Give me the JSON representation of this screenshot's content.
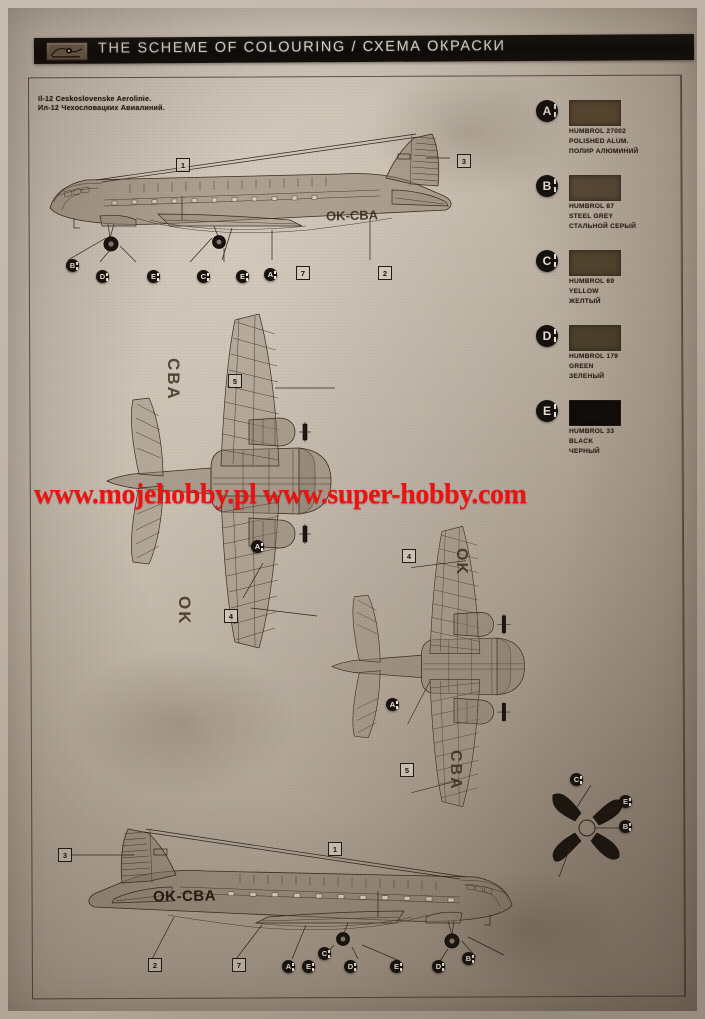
{
  "header": {
    "title": "THE SCHEME OF COLOURING / СХЕМА ОКРАСКИ",
    "logo_icon": "brand-logo-icon"
  },
  "caption": {
    "line_latin": "Il-12 Ceskoslovenske Aerolinie.",
    "line_cyrillic": "Ил-12 Чехословацких Авиалиний."
  },
  "legend": {
    "items": [
      {
        "key": "A",
        "swatch": "#5b4a34",
        "paint": "HUMBROL 27002",
        "name_en": "POLISHED ALUM.",
        "name_ru": "ПОЛИР АЛЮМИНИЙ"
      },
      {
        "key": "B",
        "swatch": "#5a4a38",
        "paint": "HUMBROL 87",
        "name_en": "STEEL GREY",
        "name_ru": "СТАЛЬНОЙ СЕРЫЙ"
      },
      {
        "key": "C",
        "swatch": "#53452f",
        "paint": "HUMBROL 69",
        "name_en": "YELLOW",
        "name_ru": "ЖЕЛТЫЙ"
      },
      {
        "key": "D",
        "swatch": "#4c412c",
        "paint": "HUMBROL 179",
        "name_en": "GREEN",
        "name_ru": "ЗЕЛЕНЫЙ"
      },
      {
        "key": "E",
        "swatch": "#100c09",
        "paint": "HUMBROL 33",
        "name_en": "BLACK",
        "name_ru": "ЧЕРНЫЙ"
      }
    ]
  },
  "views": {
    "side_right": {
      "name": "Il-12 right side profile view",
      "registration": "OK-CBA",
      "markers": [
        {
          "type": "square",
          "label": "1"
        },
        {
          "type": "square",
          "label": "3"
        },
        {
          "type": "square",
          "label": "2"
        },
        {
          "type": "square",
          "label": "7"
        },
        {
          "type": "circle",
          "label": "B"
        },
        {
          "type": "circle",
          "label": "D"
        },
        {
          "type": "circle",
          "label": "E"
        },
        {
          "type": "circle",
          "label": "C"
        },
        {
          "type": "circle",
          "label": "E"
        },
        {
          "type": "circle",
          "label": "A"
        }
      ]
    },
    "top": {
      "name": "Il-12 top plan view",
      "wing_text_upper": "CBA",
      "wing_text_lower": "OK",
      "markers": [
        {
          "type": "square",
          "label": "5"
        },
        {
          "type": "square",
          "label": "4"
        },
        {
          "type": "circle",
          "label": "A"
        }
      ]
    },
    "bottom": {
      "name": "Il-12 bottom plan view",
      "wing_text_upper": "OK",
      "wing_text_lower": "CBA",
      "markers": [
        {
          "type": "square",
          "label": "4"
        },
        {
          "type": "square",
          "label": "5"
        },
        {
          "type": "circle",
          "label": "A"
        }
      ]
    },
    "side_left": {
      "name": "Il-12 left side profile view",
      "registration": "OK-CBA",
      "markers": [
        {
          "type": "square",
          "label": "3"
        },
        {
          "type": "square",
          "label": "1"
        },
        {
          "type": "square",
          "label": "2"
        },
        {
          "type": "square",
          "label": "7"
        },
        {
          "type": "circle",
          "label": "A"
        },
        {
          "type": "circle",
          "label": "E"
        },
        {
          "type": "circle",
          "label": "C"
        },
        {
          "type": "circle",
          "label": "D"
        },
        {
          "type": "circle",
          "label": "E"
        },
        {
          "type": "circle",
          "label": "D"
        },
        {
          "type": "circle",
          "label": "B"
        }
      ]
    },
    "propeller": {
      "name": "propeller colour detail",
      "markers": [
        {
          "type": "circle",
          "label": "C"
        },
        {
          "type": "circle",
          "label": "E"
        },
        {
          "type": "circle",
          "label": "B"
        }
      ]
    }
  },
  "watermark": {
    "text": "www.mojehobby.pl www.super-hobby.com",
    "color": "#ee1111"
  }
}
